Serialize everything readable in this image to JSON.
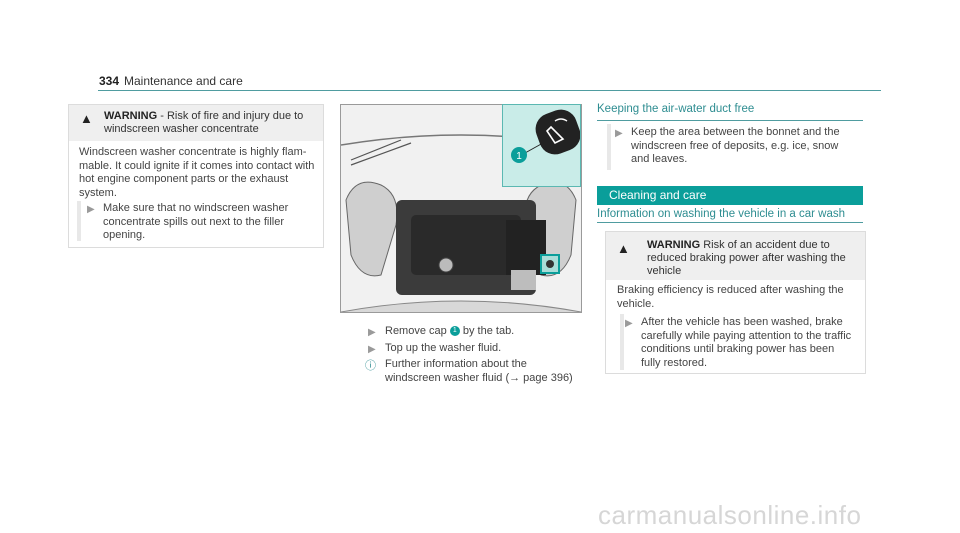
{
  "header": {
    "page_number": "334",
    "title": "Maintenance and care"
  },
  "warning_left": {
    "label": "WARNING",
    "headline": " - Risk of fire and injury due to windscreen washer concentrate",
    "body": "Windscreen washer concentrate is highly flam-mable. It could ignite if it comes into contact with hot engine component parts or the exhaust system.",
    "step": "Make sure that no windscreen washer concentrate spills out next to the filler opening."
  },
  "figure": {
    "callout_number": "1"
  },
  "steps_middle": {
    "step1_before": "Remove cap ",
    "step1_num": "1",
    "step1_after": " by the tab.",
    "step2": "Top up the washer fluid.",
    "info": "Further information about the windscreen washer fluid (",
    "info_link_arrow": "→",
    "info_link": " page 396)"
  },
  "section_air": {
    "heading": "Keeping the air-water duct free",
    "step": "Keep the area between the bonnet and the windscreen free of deposits, e.g. ice, snow and leaves."
  },
  "section_cleaning": {
    "banner": "Cleaning and care",
    "subheading": "Information on washing the vehicle in a car wash"
  },
  "warning_right": {
    "label": "WARNING",
    "headline": " Risk of an accident due to reduced braking power after washing the vehicle",
    "body": "Braking efficiency is reduced after washing the vehicle.",
    "step": "After the vehicle has been washed, brake carefully while paying attention to the traffic conditions until braking power has been fully restored."
  },
  "watermark": "carmanualsonline.info",
  "colors": {
    "accent": "#0a9e9a",
    "rule": "#4f9ca0",
    "warning_bg": "#efefef"
  },
  "icons": [
    "warning-triangle-icon",
    "step-arrow-icon",
    "info-icon",
    "wiper-fluid-icon"
  ]
}
